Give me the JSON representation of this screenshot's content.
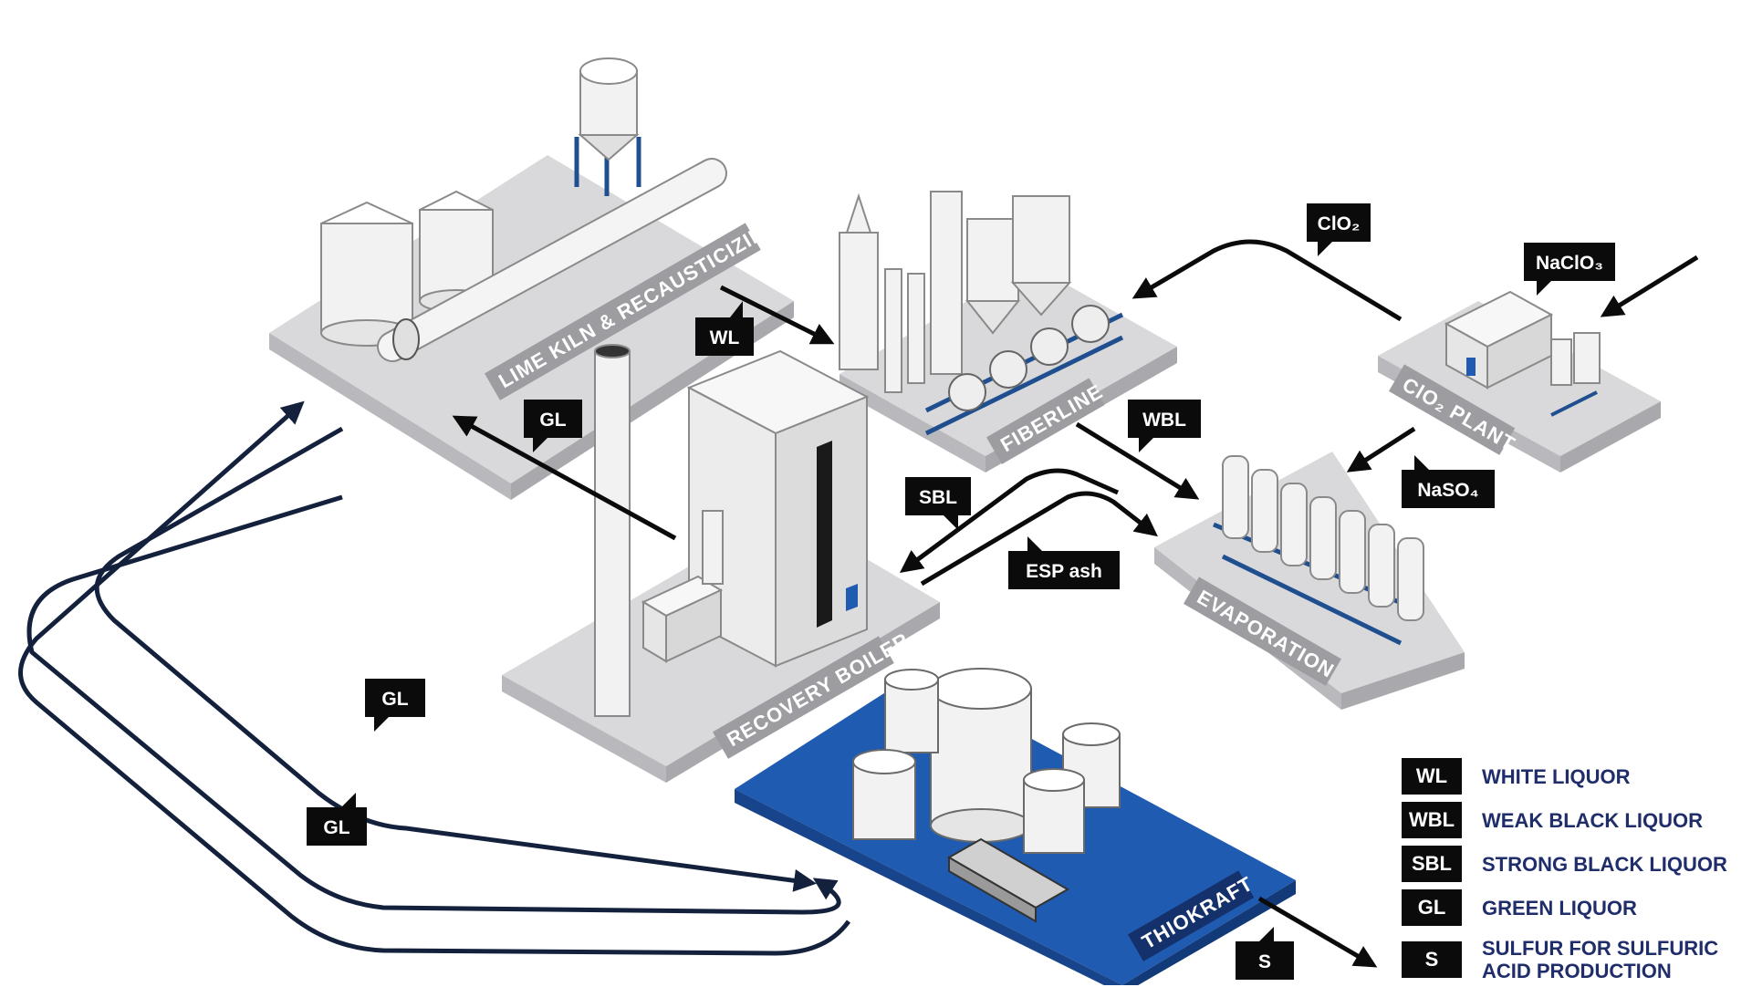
{
  "areas": {
    "lime_kiln": "LIME KILN & RECAUSTICIZING",
    "fiberline": "FIBERLINE",
    "clo2_plant": "ClO₂ PLANT",
    "recovery_boiler": "RECOVERY BOILER",
    "evaporation": "EVAPORATION",
    "thiokraft": "THIOKRAFT"
  },
  "flow_tags": {
    "wl": "WL",
    "gl_kiln": "GL",
    "gl_upper": "GL",
    "gl_lower": "GL",
    "clo2": "ClO₂",
    "naclo3": "NaClO₃",
    "wbl": "WBL",
    "naso4": "NaSO₄",
    "sbl": "SBL",
    "esp_ash": "ESP ash",
    "s": "S"
  },
  "legend": [
    {
      "code": "WL",
      "name": "WHITE LIQUOR"
    },
    {
      "code": "WBL",
      "name": "WEAK BLACK LIQUOR"
    },
    {
      "code": "SBL",
      "name": "STRONG BLACK LIQUOR"
    },
    {
      "code": "GL",
      "name": "GREEN LIQUOR"
    },
    {
      "code": "S",
      "name": "SULFUR FOR SULFURIC ACID PRODUCTION"
    }
  ],
  "colors": {
    "platform": "#d9d9db",
    "platform_side": "#a9a9ad",
    "thiokraft_platform": "#1f5bb0",
    "label_band": "#9c9ca1",
    "navy_line": "#14213d",
    "legend_text": "#1f2d6b"
  }
}
